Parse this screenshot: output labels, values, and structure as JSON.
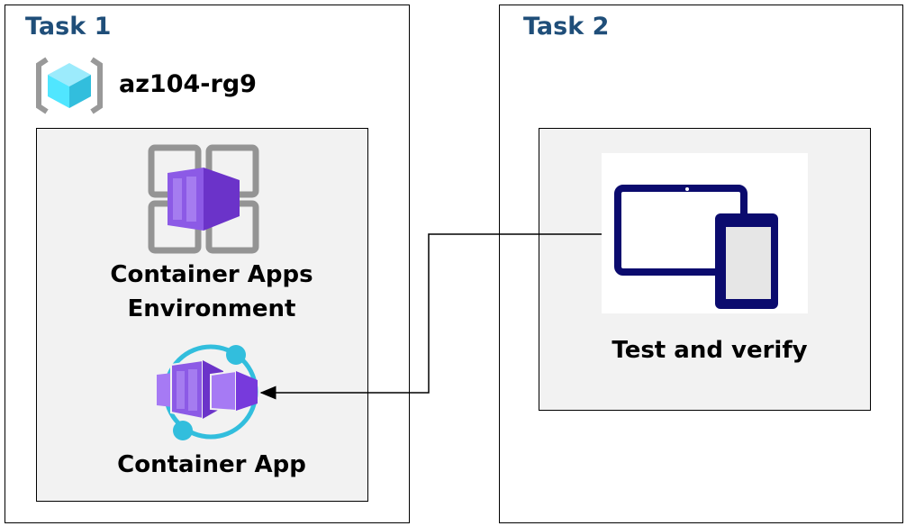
{
  "task1": {
    "title": "Task 1",
    "resource_group": {
      "name": "az104-rg9",
      "icon": "resource-group-icon"
    },
    "environment": {
      "line1": "Container Apps",
      "line2": "Environment",
      "icon": "container-apps-environment-icon"
    },
    "app": {
      "label": "Container App",
      "icon": "container-app-icon"
    }
  },
  "task2": {
    "title": "Task 2",
    "test": {
      "label": "Test and verify",
      "icon": "devices-icon"
    }
  },
  "colors": {
    "title": "#1f4e79",
    "panel": "#f2f2f2",
    "purple": "#773adc",
    "cyan": "#32bedd",
    "navy": "#0b0b6e"
  }
}
